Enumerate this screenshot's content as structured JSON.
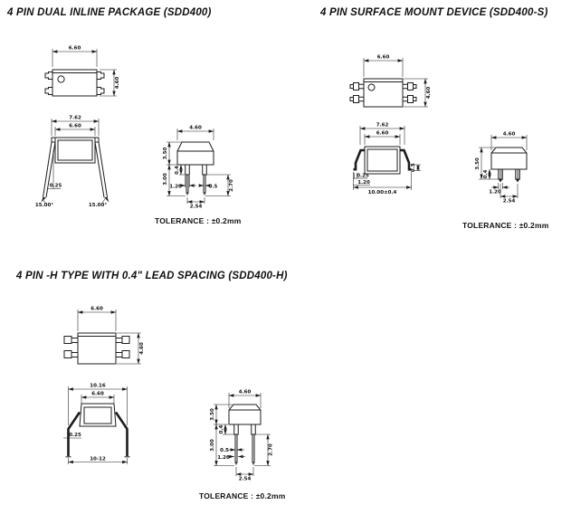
{
  "ink": "#1c1c1c",
  "sections": {
    "dip": {
      "title": "4 PIN DUAL INLINE PACKAGE (SDD400)",
      "tolerance": "TOLERANCE : ±0.2mm",
      "top_view": {
        "body_width": "6.60",
        "body_depth": "4.60"
      },
      "front_view": {
        "overall_width": "7.62",
        "body_width": "6.60",
        "lead_thickness": "0.25",
        "left_angle": "15.00°",
        "right_angle": "15.00°"
      },
      "side_view": {
        "body_width": "4.60",
        "body_height": "3.50",
        "lead_length": "3.00",
        "shoulder_height": "0.4",
        "tip_length": "2.70",
        "lead_width_wide": "1.20",
        "lead_width_narrow": "0.5",
        "lead_pitch": "2.54"
      }
    },
    "smd": {
      "title": "4 PIN SURFACE MOUNT DEVICE (SDD400-S)",
      "tolerance": "TOLERANCE : ±0.2mm",
      "top_view": {
        "body_width": "6.60",
        "body_depth": "4.60"
      },
      "front_view": {
        "overall_width": "7.62",
        "body_width": "6.60",
        "lead_thickness": "0.25",
        "lead_width": "1.20",
        "span": "10.00±0.4",
        "foot_height": "0.5"
      },
      "side_view": {
        "body_width": "4.60",
        "body_height": "3.50",
        "shoulder_height": "0.4",
        "lead_width_wide": "1.20",
        "lead_pitch": "2.54"
      }
    },
    "htype": {
      "title": "4 PIN -H TYPE WITH 0.4\" LEAD SPACING (SDD400-H)",
      "tolerance": "TOLERANCE : ±0.2mm",
      "top_view": {
        "body_width": "6.60",
        "body_depth": "4.60"
      },
      "front_view": {
        "lead_spacing": "10.16",
        "body_width": "6.60",
        "lead_thickness": "0.25",
        "span": "10-12"
      },
      "side_view": {
        "body_width": "4.60",
        "body_height": "3.50",
        "lead_length": "3.00",
        "shoulder_height": "0.4",
        "tip_length": "2.70",
        "lead_width_wide": "1.20",
        "lead_width_narrow": "0.5",
        "lead_pitch": "2.54"
      }
    }
  }
}
